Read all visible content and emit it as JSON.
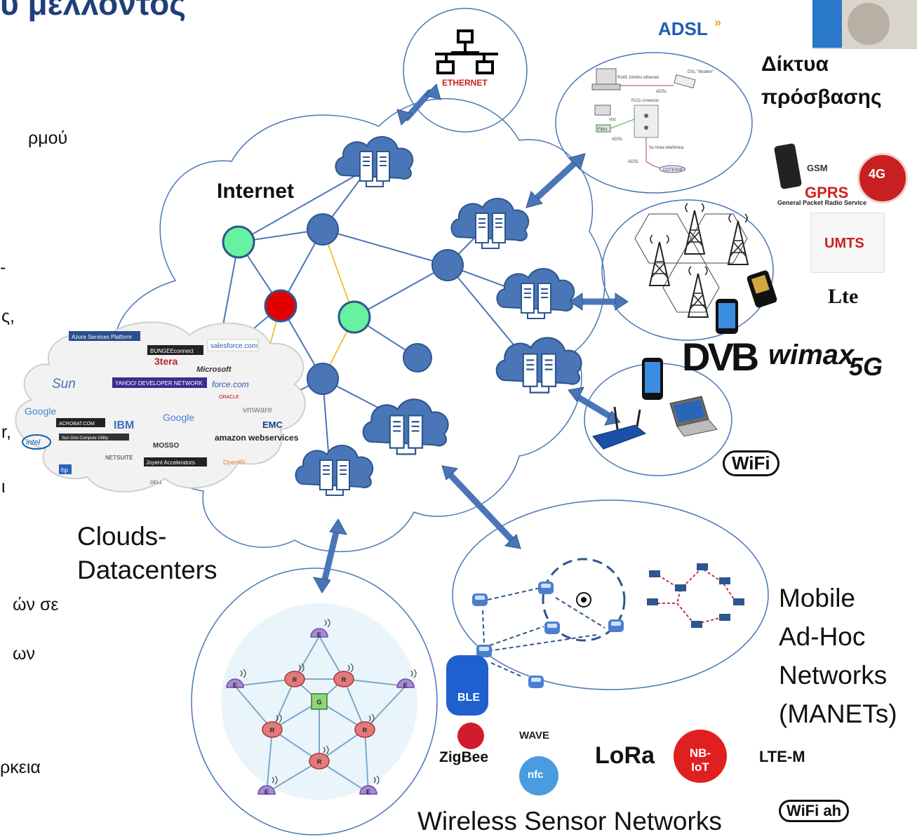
{
  "title_fragment": "υ μελλοντος",
  "left_text_fragments": [
    "ρμού",
    "-",
    "ς,",
    "r,",
    "ι",
    "ών σε",
    "ων",
    "ρκεια"
  ],
  "labels": {
    "internet": "Internet",
    "clouds": [
      "Clouds-",
      "Datacenters"
    ],
    "access": [
      "Δίκτυα",
      "πρόσβασης"
    ],
    "manets": [
      "Mobile",
      "Ad-Hoc",
      "Networks",
      "(MANETs)"
    ],
    "wsn": "Wireless Sensor Networks",
    "ethernet": "ETHERNET"
  },
  "access_logos": [
    "ADSL",
    "GSM",
    "GPRS",
    "General Packet Radio Service",
    "4G",
    "UMTS",
    "Lte",
    "DVB",
    "wimax",
    "5G",
    "WiFi"
  ],
  "sensor_logos": [
    "BLE",
    "ZigBee",
    "WAVE",
    "nfc",
    "LoRa",
    "NB-IoT",
    "LTE-M",
    "WiFi ah"
  ],
  "cloud_logos": [
    "Azure Services Platform",
    "BUNGEEconnect",
    "salesforce.com",
    "Sun",
    "3tera",
    "Microsoft",
    "YAHOO! DEVELOPER NETWORK",
    "force.com",
    "Google",
    "ACROBAT.COM",
    "IBM",
    "Google",
    "vmware",
    "EMC",
    "intel",
    "MOSSO",
    "amazon webservices",
    "NETSUITE",
    "Joyent Accelerators",
    "OpenID",
    "DELL",
    "hp",
    "ORACLE",
    "Sun Grid Compute Utility"
  ],
  "adsl_labels": [
    "RJ45 10mb/s ethernet",
    "DSL \"Modem\"",
    "ADSL",
    "RJ11 conexion",
    "Voz",
    "Filtro",
    "ADSL",
    "Su línea telefónica",
    "ADSL",
    "COTESNET"
  ],
  "wsn_node_labels": [
    "E",
    "R",
    "R",
    "G",
    "R",
    "R",
    "R",
    "E",
    "E",
    "E",
    "E"
  ],
  "colors": {
    "title": "#1f3f7a",
    "node_blue": "#4a76b8",
    "node_green": "#66f2a0",
    "node_red": "#e00000",
    "arrow": "#4a76b8",
    "link_yellow": "#f0b400"
  }
}
